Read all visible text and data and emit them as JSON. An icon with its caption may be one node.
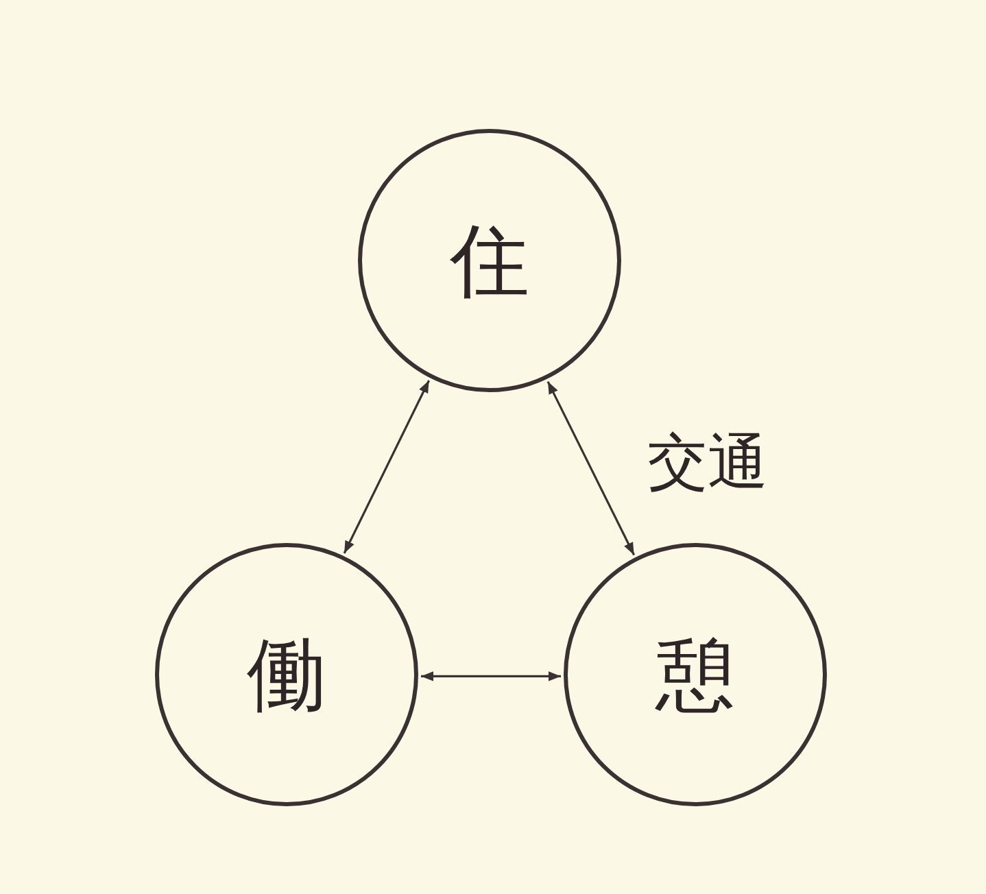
{
  "diagram": {
    "nodes": [
      {
        "text": [
          "住"
        ]
      },
      {
        "text": [
          "働"
        ]
      },
      {
        "text": [
          "憩"
        ]
      }
    ],
    "edges": [
      {
        "from": 0,
        "to": 1,
        "arrow": "both"
      },
      {
        "from": 0,
        "to": 2,
        "arrow": "both"
      },
      {
        "from": 1,
        "to": 2,
        "arrow": "both"
      }
    ],
    "labels": [
      "交通"
    ]
  }
}
